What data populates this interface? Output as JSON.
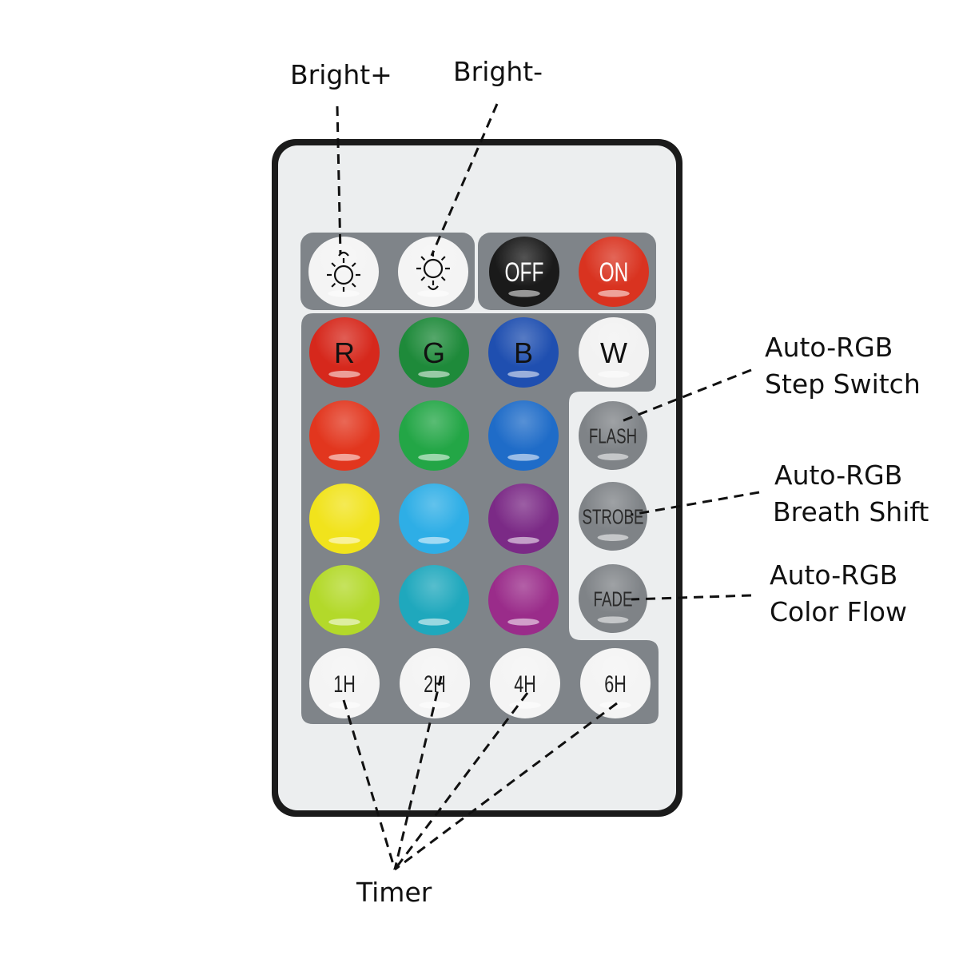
{
  "callouts": {
    "bright_plus": "Bright+",
    "bright_minus": "Bright-",
    "step_switch_line1": "Auto-RGB",
    "step_switch_line2": "Step Switch",
    "breath_shift_line1": "Auto-RGB",
    "breath_shift_line2": "Breath Shift",
    "color_flow_line1": "Auto-RGB",
    "color_flow_line2": "Color Flow",
    "timer": "Timer"
  },
  "remote": {
    "power": {
      "off": "OFF",
      "on": "ON"
    },
    "brightness_icons": [
      "brightness-up-icon",
      "brightness-down-icon"
    ],
    "color_labels": [
      "R",
      "G",
      "B",
      "W"
    ],
    "mode_labels": [
      "FLASH",
      "STROBE",
      "FADE"
    ],
    "timer_labels": [
      "1H",
      "2H",
      "4H",
      "6H"
    ],
    "colors": {
      "row1": [
        "#d6281c",
        "#1e8a3a",
        "#1f4fb0",
        "#f2f2f2"
      ],
      "row2": [
        "#e2361e",
        "#23a646",
        "#1f6cc8"
      ],
      "row3": [
        "#f1e31c",
        "#2eaee6",
        "#7b2a86"
      ],
      "row4": [
        "#b3d92a",
        "#1fa8bd",
        "#9a2c8a"
      ],
      "off_button": "#1a1a1a",
      "on_button": "#d93320",
      "mode_button": "#7f8387",
      "panel": "#7f8489",
      "body": "#eceeef",
      "frame": "#1b1b1b"
    }
  }
}
